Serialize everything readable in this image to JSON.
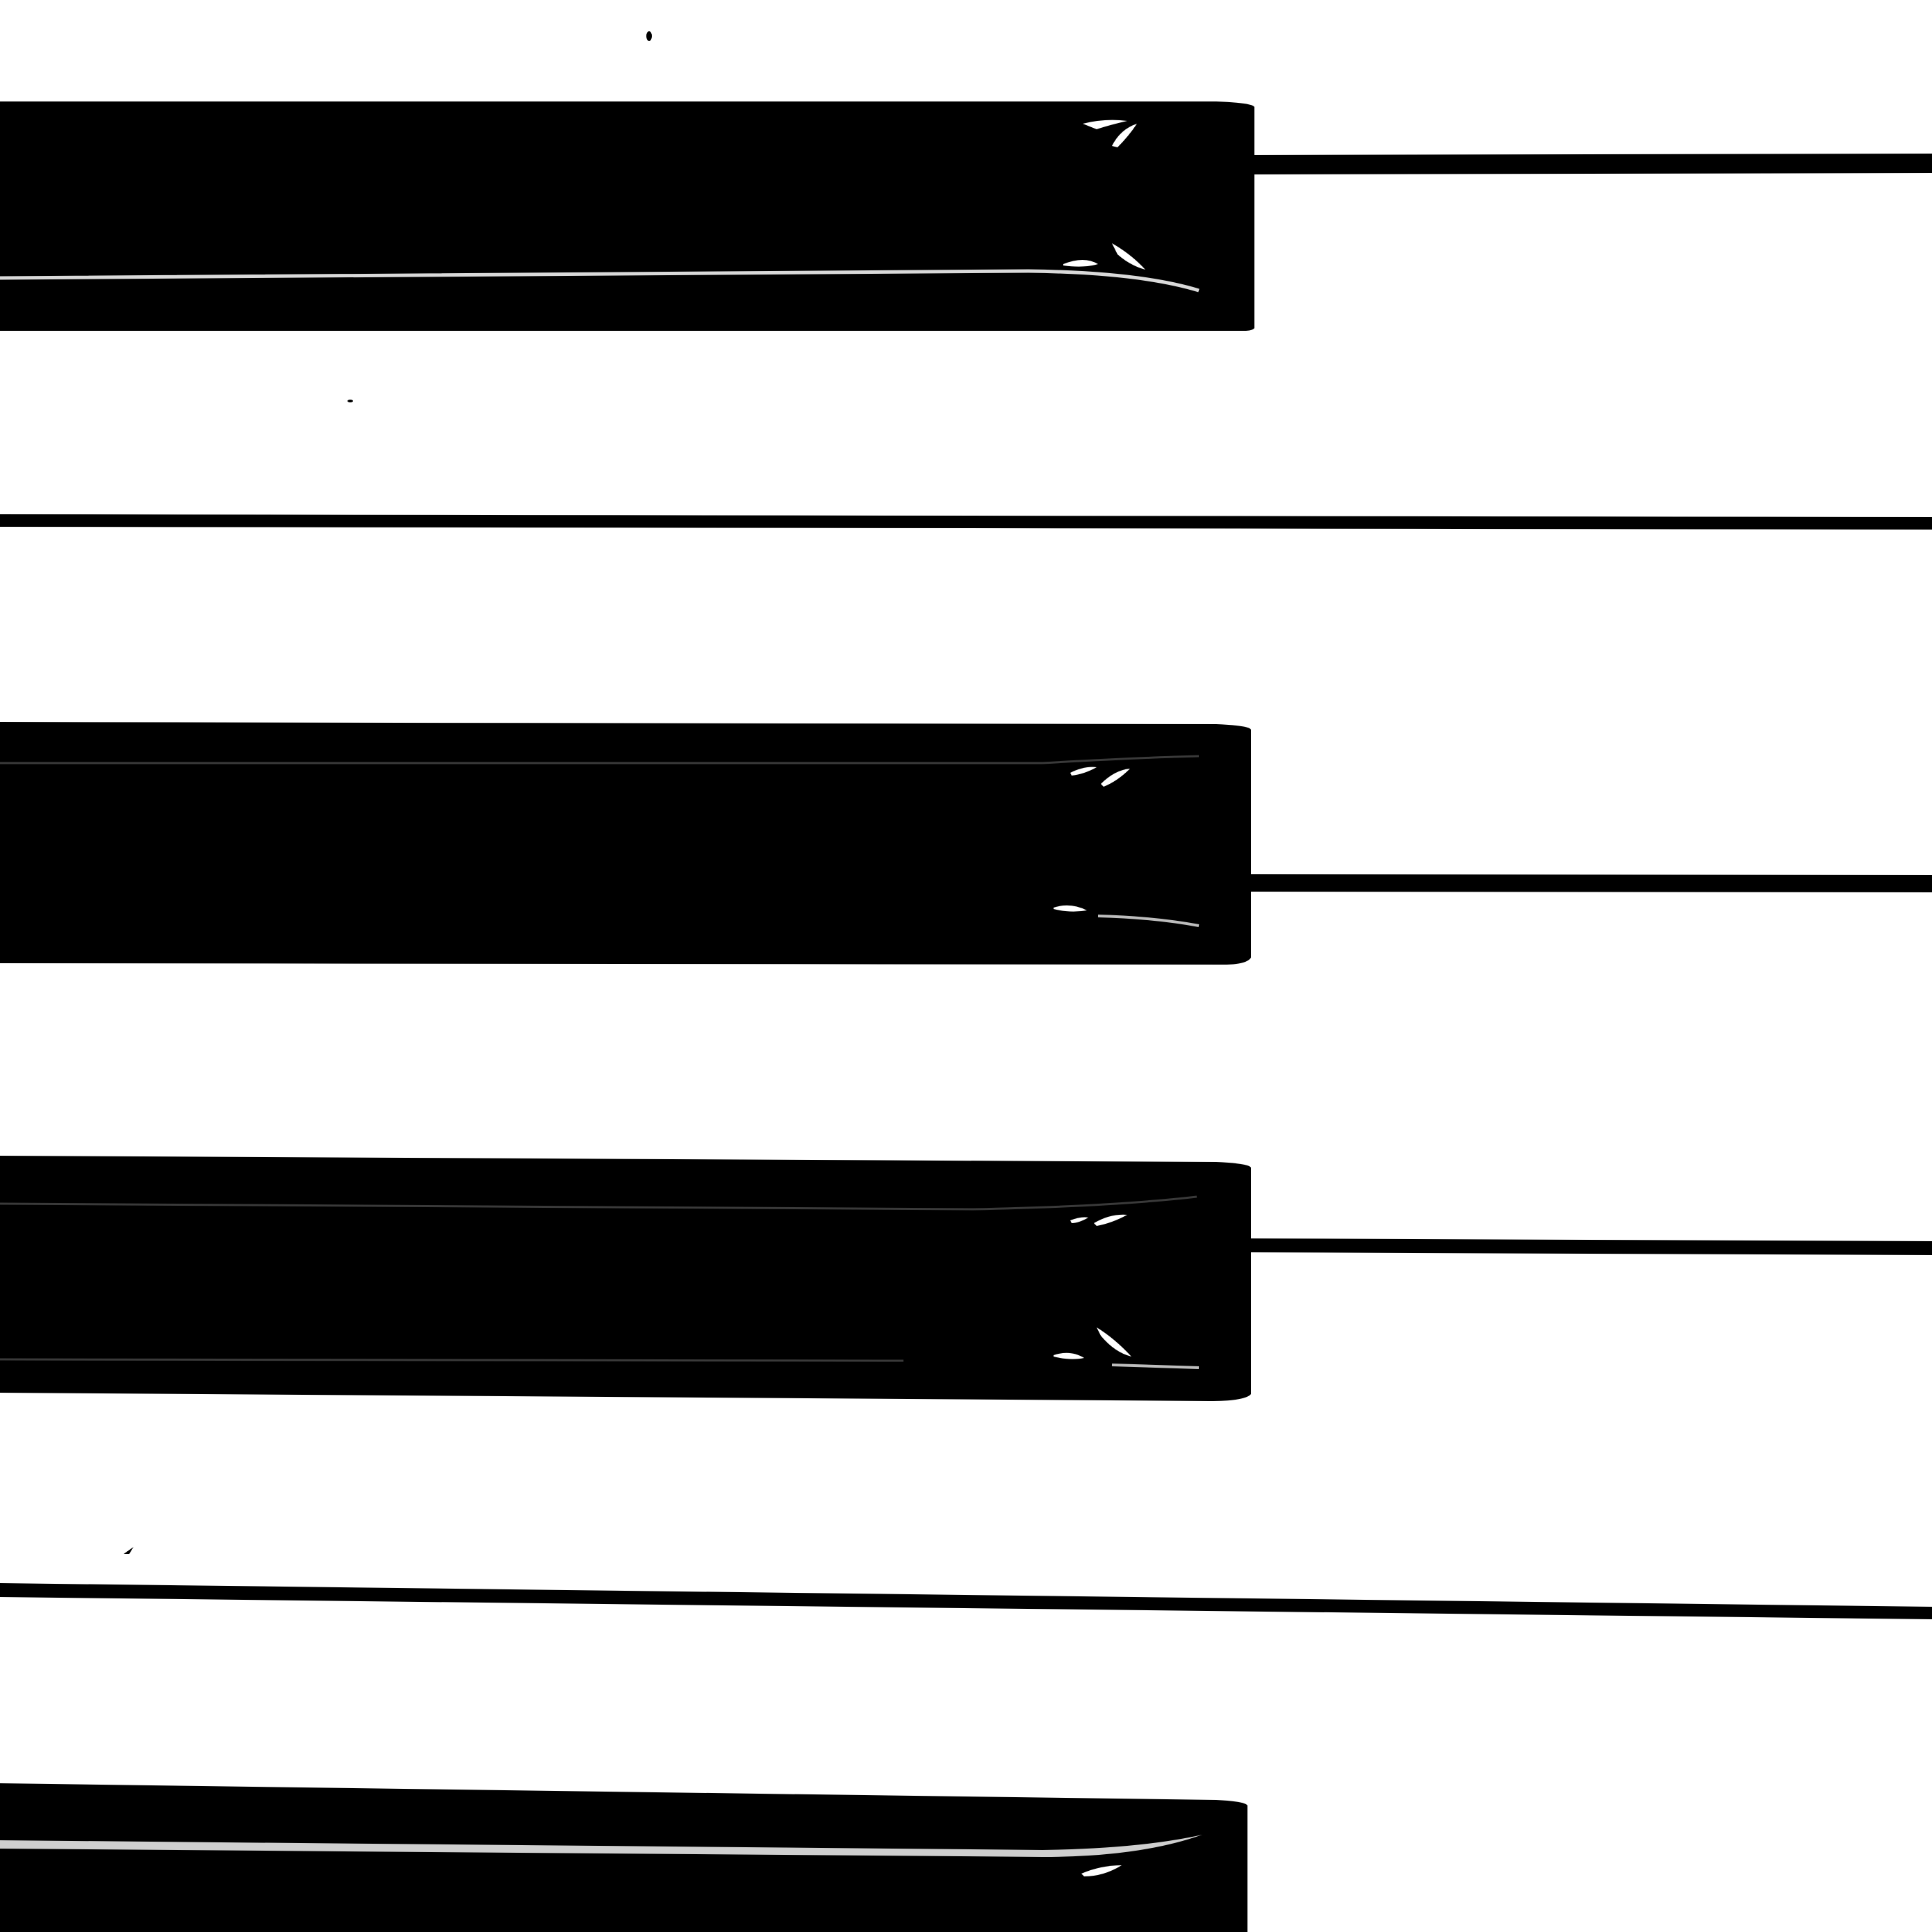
{
  "photo": {
    "subject": "piano-keys",
    "orientation": "keys-horizontal-from-left",
    "white_key_count": 6,
    "black_key_count": 4,
    "colors": {
      "background": "#ffffff",
      "white_key": "#ffffff",
      "black_key": "#000000",
      "key_gap": "#000000",
      "highlight": "#d9d9d9"
    }
  }
}
